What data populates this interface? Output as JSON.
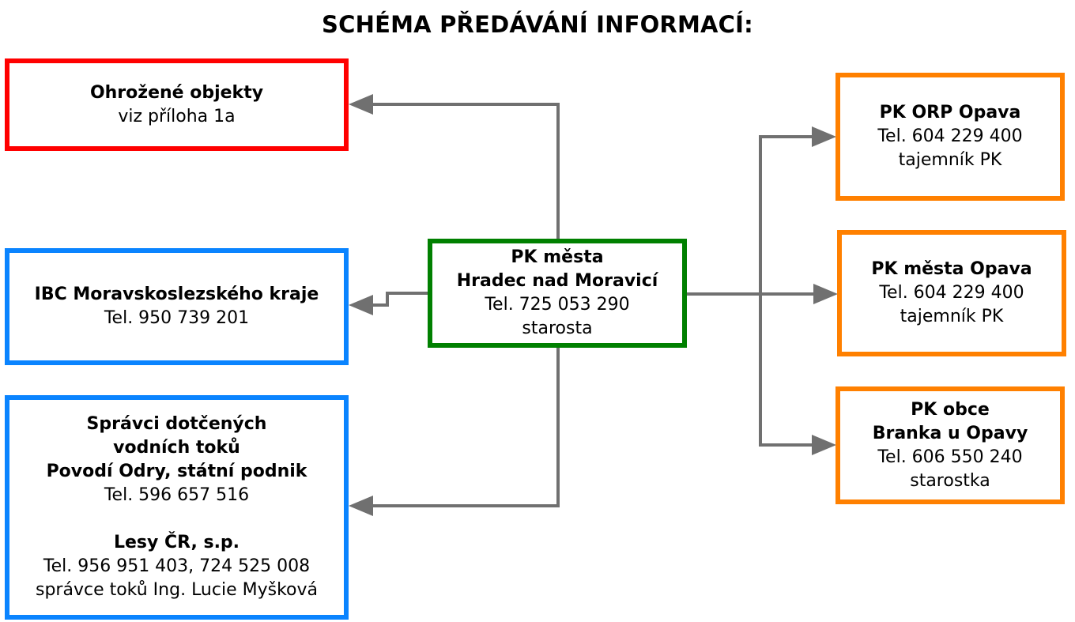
{
  "title": "SCHÉMA PŘEDÁVÁNÍ INFORMACÍ:",
  "colors": {
    "red": "#ff0000",
    "blue": "#0a84ff",
    "green": "#008000",
    "orange": "#ff8000",
    "connector": "#707070"
  },
  "center": {
    "line1": "PK města",
    "line2": "Hradec nad Moravicí",
    "phone": "Tel. 725 053 290",
    "role": "starosta"
  },
  "left": {
    "threatened": {
      "name": "Ohrožené objekty",
      "note": "viz příloha 1a"
    },
    "ibc": {
      "name": "IBC Moravskoslezského kraje",
      "phone": "Tel. 950 739 201"
    },
    "managers": {
      "line1": "Správci dotčených",
      "line2": "vodních toků",
      "line3": "Povodí Odry, státní podnik",
      "phone": "Tel. 596 657 516",
      "org2": "Lesy ČR, s.p.",
      "phone2": "Tel. 956 951 403, 724 525 008",
      "person": "správce toků Ing. Lucie Myšková"
    }
  },
  "right": [
    {
      "line1": "PK ORP Opava",
      "phone": "Tel. 604 229 400",
      "role": "tajemník PK"
    },
    {
      "line1": "PK města Opava",
      "phone": "Tel. 604 229 400",
      "role": "tajemník PK"
    },
    {
      "line1": "PK obce",
      "line2": "Branka u Opavy",
      "phone": "Tel. 606 550 240",
      "role": "starostka"
    }
  ]
}
